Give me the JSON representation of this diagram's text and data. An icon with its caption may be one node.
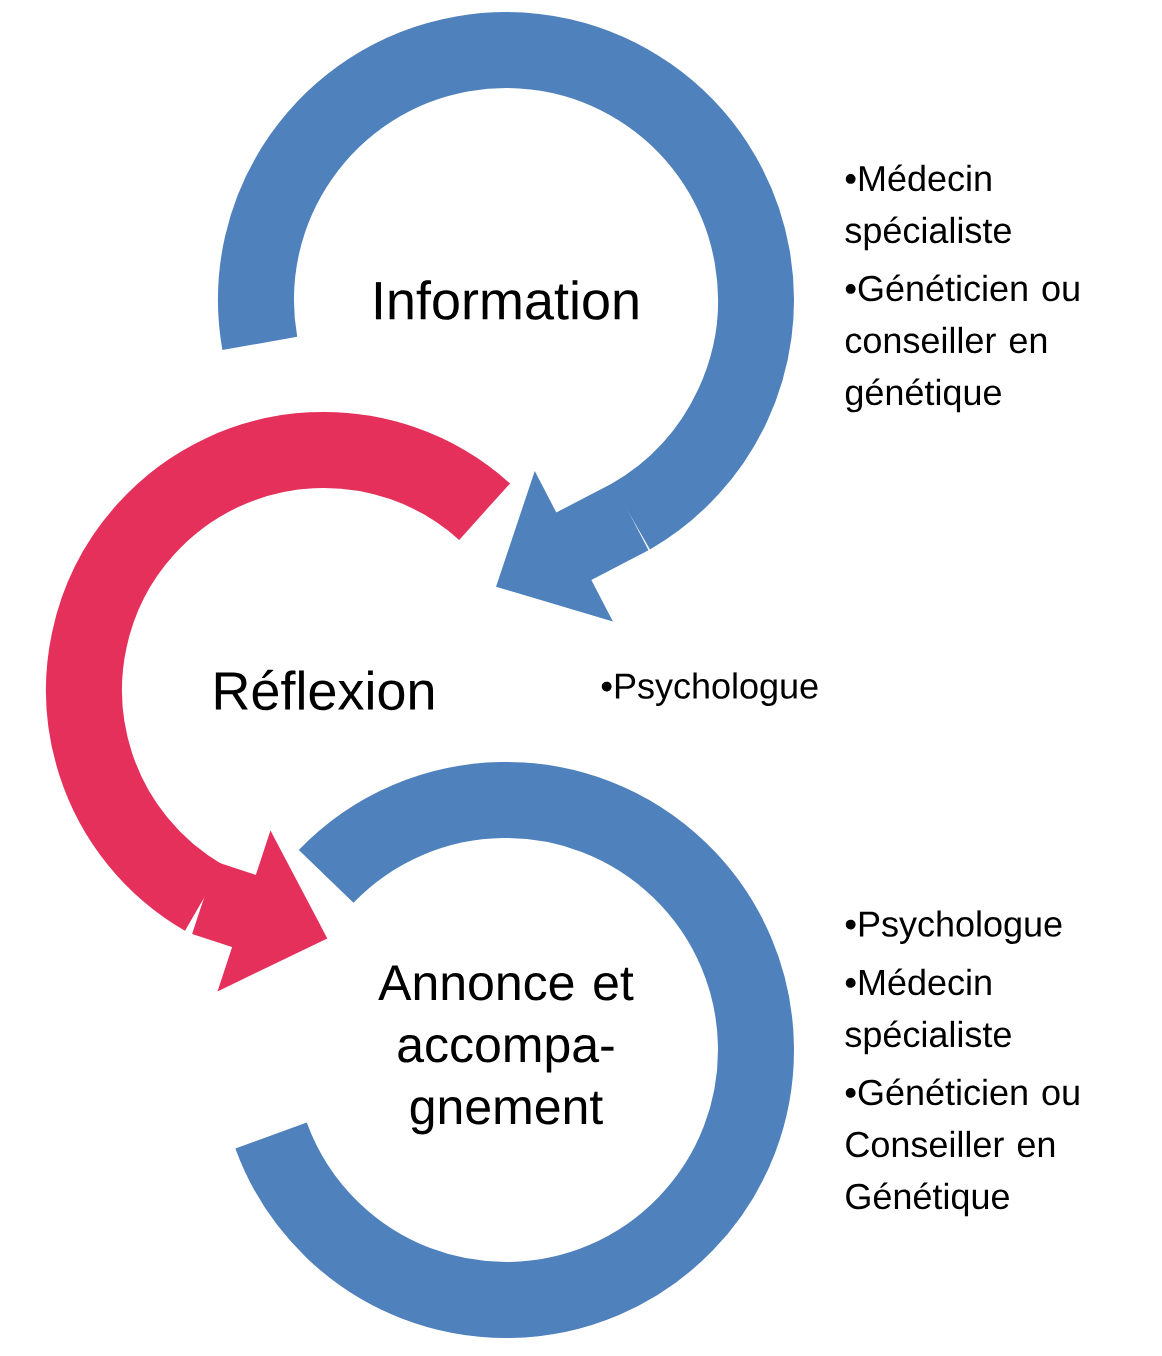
{
  "diagram": {
    "nodes": [
      {
        "text": [
          "Information"
        ],
        "beside": [
          "•Médecin spécialiste",
          "•Généticien ou conseiller en génétique"
        ]
      },
      {
        "text": [
          "Réflexion"
        ],
        "beside": [
          "•Psychologue"
        ]
      },
      {
        "text": [
          "Annonce et accompa- gnement"
        ],
        "beside": [
          "•Psychologue",
          "•Médecin spécialiste",
          "•Généticien ou Conseiller en Génétique"
        ]
      }
    ],
    "edges": [
      {
        "from": 0,
        "to": 1,
        "arrow": "to"
      },
      {
        "from": 1,
        "to": 2,
        "arrow": "to",
        "color": "#e4305a"
      }
    ]
  }
}
